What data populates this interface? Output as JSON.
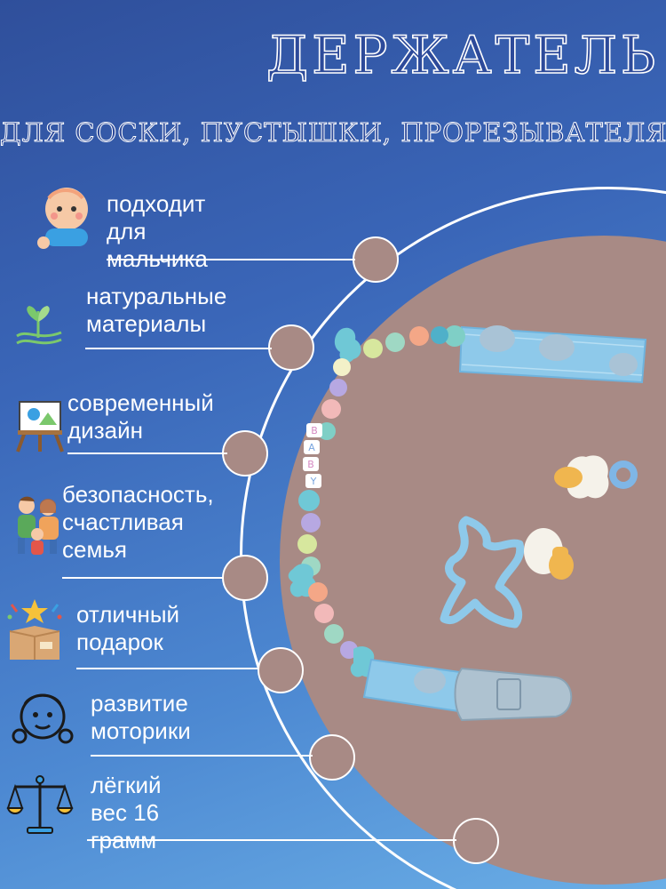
{
  "header": {
    "title": "ДЕРЖАТЕЛЬ",
    "subtitle": "ДЛЯ СОСКИ, ПУСТЫШКИ, ПРОРЕЗЫВАТЕЛЯ"
  },
  "features": [
    {
      "line1": "подходит для",
      "line2": "мальчика",
      "icon": "baby-icon"
    },
    {
      "line1": "натуральные",
      "line2": "материалы",
      "icon": "leaf-icon"
    },
    {
      "line1": "современный",
      "line2": "дизайн",
      "icon": "easel-icon"
    },
    {
      "line1": "безопасность,",
      "line2": "счастливая",
      "line3": "семья",
      "icon": "family-icon"
    },
    {
      "line1": "отличный",
      "line2": "подарок",
      "icon": "gift-box-icon"
    },
    {
      "line1": "развитие",
      "line2": "моторики",
      "icon": "child-face-icon"
    },
    {
      "line1": "лёгкий вес 16",
      "line2": "грамм",
      "icon": "scales-icon"
    }
  ],
  "product": {
    "bead_text": "BABY"
  },
  "colors": {
    "background_top": "#2f4f9b",
    "background_bottom": "#6aaee6",
    "circle": "#a88a85",
    "ribbon": "#8ec9ea",
    "title_fill": "#2d4a9a"
  }
}
